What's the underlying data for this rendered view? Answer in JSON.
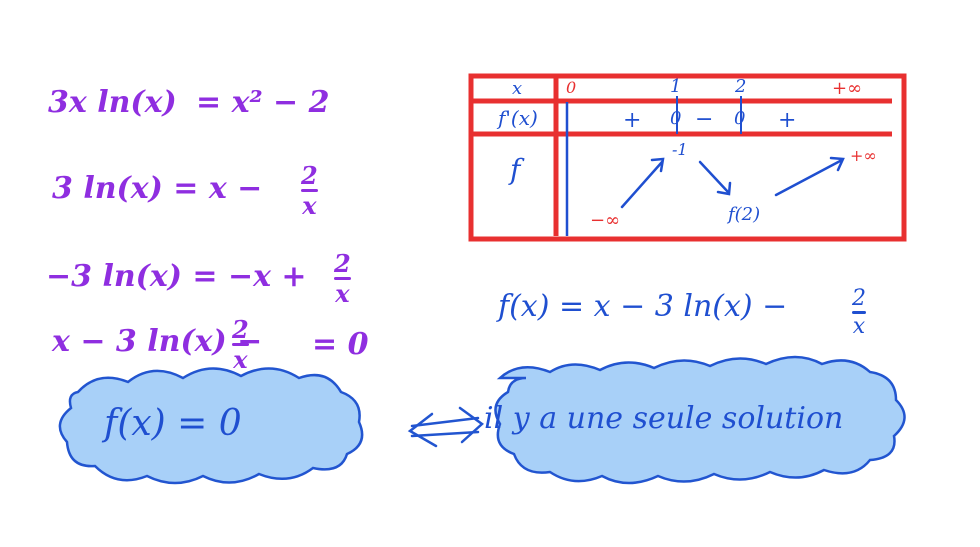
{
  "equations": {
    "eq1_left": "3x ln(x)",
    "eq1_right": "= x² − 2",
    "eq2_left": "3 ln(x) = x −",
    "eq2_num": "2",
    "eq2_den": "x",
    "eq3_left": "−3 ln(x) = −x +",
    "eq3_num": "2",
    "eq3_den": "x",
    "eq4_left": "x − 3 ln(x) −",
    "eq4_num": "2",
    "eq4_den": "x",
    "eq4_right": "= 0",
    "final_eq": "f(x)   = 0"
  },
  "variation_table": {
    "row_x_label": "x",
    "row_fprime_label": "f'(x)",
    "row_f_label": "f",
    "x_values": [
      "0",
      "1",
      "2",
      "+∞"
    ],
    "signs": [
      "+",
      "−",
      "+"
    ],
    "zero_mark": "0",
    "f_values": {
      "left": "−∞",
      "at_1": "-1",
      "at_2": "f(2)",
      "right": "+∞"
    }
  },
  "definition": {
    "left": "f(x) = x − 3 ln(x) −",
    "num": "2",
    "den": "x"
  },
  "conclusion": {
    "arrow": "⟺",
    "text": "il y a une seule solution"
  },
  "colors": {
    "purple": "#8f2ee0",
    "blue": "#1f4fd0",
    "red": "#e83030",
    "cloud": "#a8d0f8"
  }
}
